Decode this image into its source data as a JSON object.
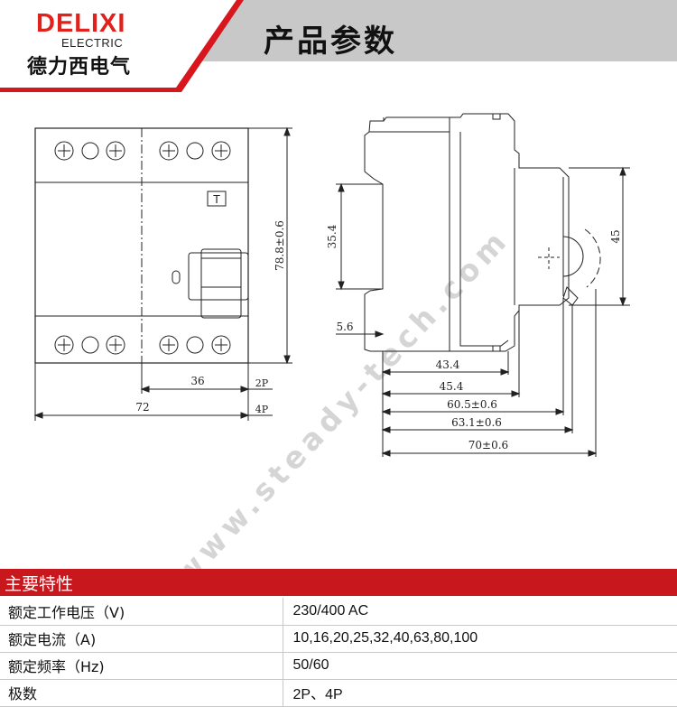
{
  "brand": {
    "name": "DELIXI",
    "sub": "ELECTRIC",
    "cn": "德力西电气"
  },
  "page_title": "产品参数",
  "watermark": "www.steady-tech.com",
  "front_view": {
    "symbol": "T",
    "height_dim": "78.8±0.6",
    "width_2p": "36",
    "width_4p": "72",
    "label_2p": "2P",
    "label_4p": "4P"
  },
  "side_view": {
    "rail_dim": "35.4",
    "height_dim": "45",
    "small_dim": "5.6",
    "depths": [
      "43.4",
      "45.4",
      "60.5±0.6",
      "63.1±0.6",
      "70±0.6"
    ]
  },
  "params": {
    "title": "主要特性",
    "rows": [
      {
        "k": "额定工作电压（V)",
        "v": "230/400 AC"
      },
      {
        "k": "额定电流（A)",
        "v": "10,16,20,25,32,40,63,80,100"
      },
      {
        "k": "额定频率（Hz)",
        "v": "50/60"
      },
      {
        "k": "极数",
        "v": "2P、4P"
      }
    ]
  }
}
